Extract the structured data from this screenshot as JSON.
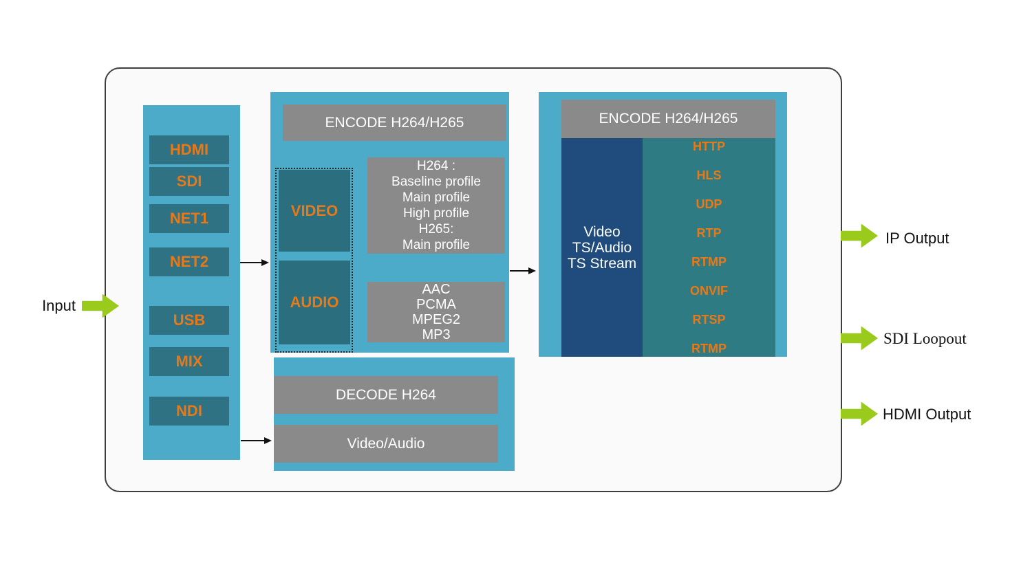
{
  "colors": {
    "panel-bg": "#fafafa",
    "panel-border": "#3f3f3f",
    "lightblue": "#4babc9",
    "teal-input": "#2e7283",
    "teal-av": "#2b6e7e",
    "teal-proto": "#2f7b83",
    "navy": "#1f4b7d",
    "gray": "#8a8a8a",
    "orange": "#e87918",
    "green": "#9aca1c",
    "arrow-black": "#111111"
  },
  "input_label": "Input",
  "input_column": {
    "items": [
      "HDMI",
      "SDI",
      "NET1",
      "NET2",
      "USB",
      "MIX",
      "NDI"
    ]
  },
  "encode_block": {
    "header": "ENCODE H264/H265",
    "video_label": "VIDEO",
    "audio_label": "AUDIO",
    "h264_lines": [
      "H264 :",
      "Baseline profile",
      "Main profile",
      "High profile",
      "H265:",
      "Main profile"
    ],
    "audio_codecs": [
      "AAC",
      "PCMA",
      "MPEG2",
      "MP3"
    ]
  },
  "decode_block": {
    "header": "DECODE H264",
    "body": "Video/Audio"
  },
  "stream_block": {
    "header": "ENCODE H264/H265",
    "stream_lines": [
      "Video",
      "TS/Audio",
      "TS Stream"
    ],
    "protocols": [
      "HTTP",
      "HLS",
      "UDP",
      "RTP",
      "RTMP",
      "ONVIF",
      "RTSP",
      "RTMP"
    ]
  },
  "outputs": [
    "IP Output",
    "SDI Loopout",
    "HDMI Output"
  ]
}
